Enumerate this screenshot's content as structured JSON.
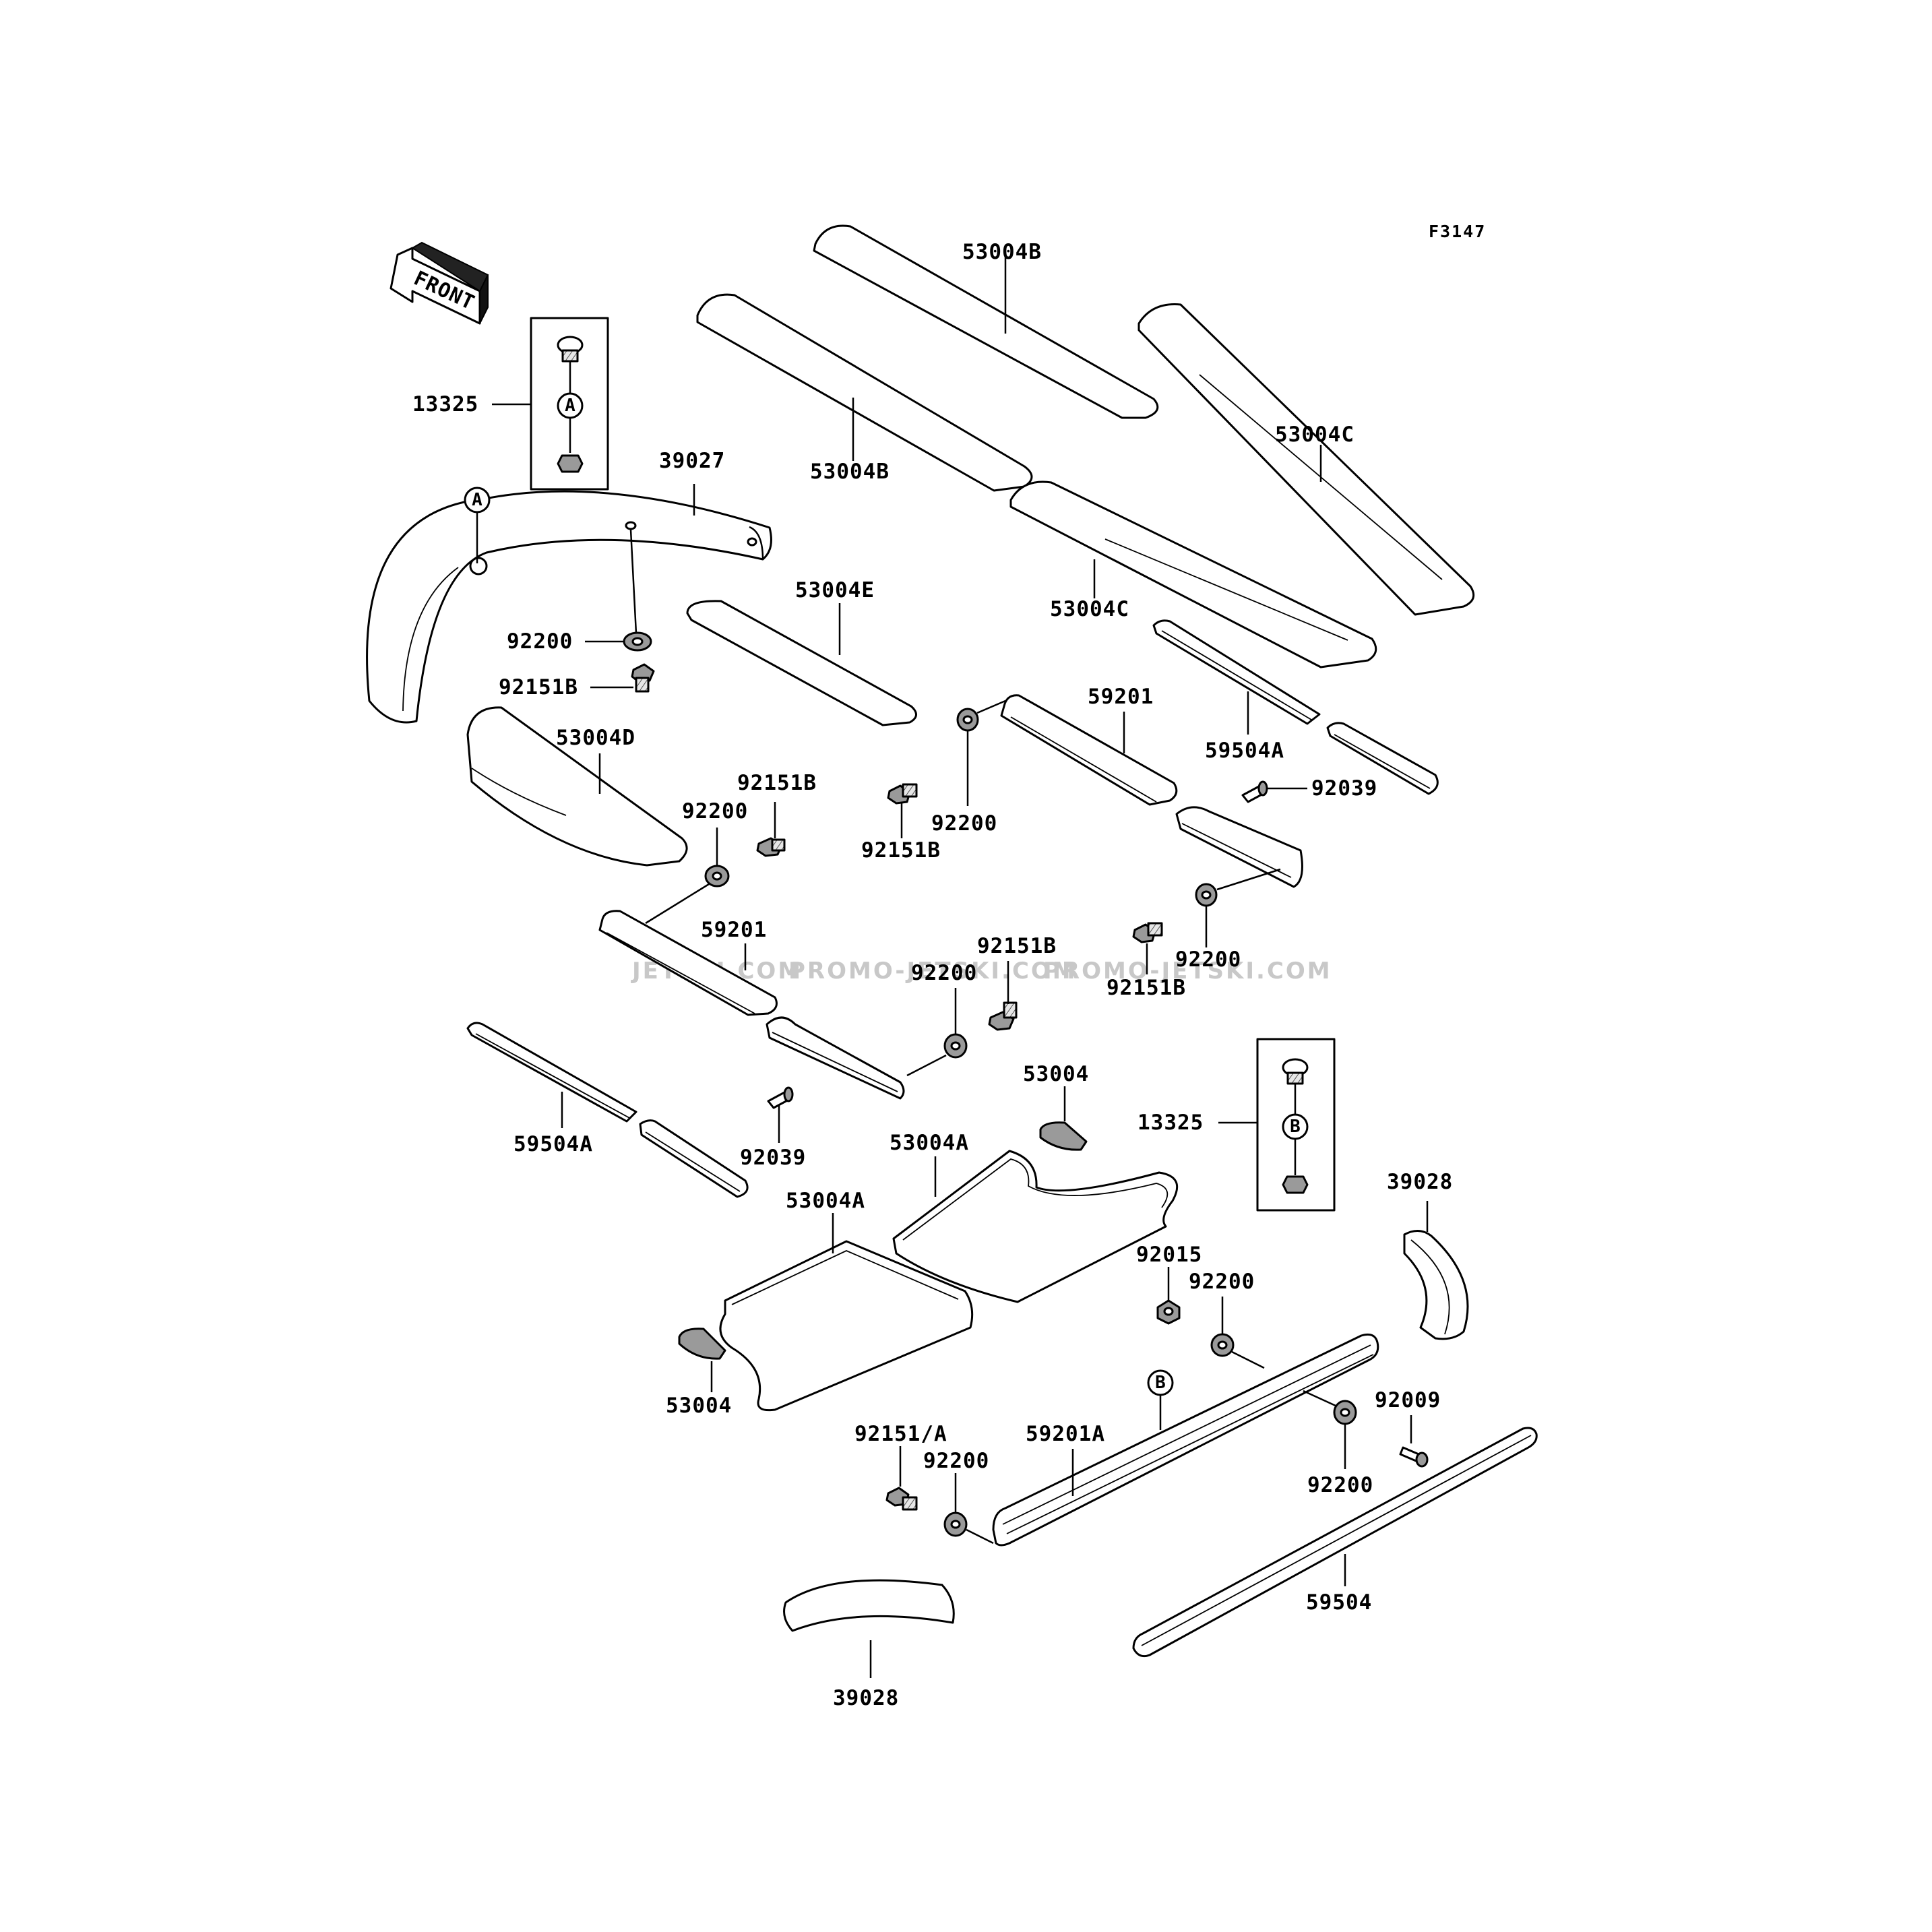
{
  "diagram_code": "F3147",
  "front_arrow": {
    "label": "FRONT",
    "icon": "front-direction-arrow-icon"
  },
  "watermark": [
    "JETSKI.COM",
    "PROMO-JETSKI.COM",
    "PROMO-JETSKI.COM"
  ],
  "callouts": {
    "A": "A",
    "B": "B"
  },
  "labels": {
    "p53004B_top": "53004B",
    "p53004B_bottom": "53004B",
    "p53004C_top": "53004C",
    "p53004C_bottom": "53004C",
    "p13325_a": "13325",
    "p39027": "39027",
    "p92200_a": "92200",
    "p92151B_a": "92151B",
    "p53004E": "53004E",
    "p53004D": "53004D",
    "p92151B_b": "92151B",
    "p92200_b": "92200",
    "p59201_a": "59201",
    "p92200_c": "92200",
    "p92151B_c": "92151B",
    "p59201_b": "59201",
    "p59504A_a": "59504A",
    "p92039_a": "92039",
    "p92200_d": "92200",
    "p92151B_d": "92151B",
    "p92151B_e": "92151B",
    "p92200_e": "92200",
    "p59504A_b": "59504A",
    "p92039_b": "92039",
    "p53004_a": "53004",
    "p53004A_a": "53004A",
    "p53004A_b": "53004A",
    "p13325_b": "13325",
    "p39028_a": "39028",
    "p92015": "92015",
    "p92200_f": "92200",
    "p53004_b": "53004",
    "p92009": "92009",
    "p92151A": "92151/A",
    "p59201A": "59201A",
    "p92200_g": "92200",
    "p92200_h": "92200",
    "p59504": "59504",
    "p39028_b": "39028"
  }
}
